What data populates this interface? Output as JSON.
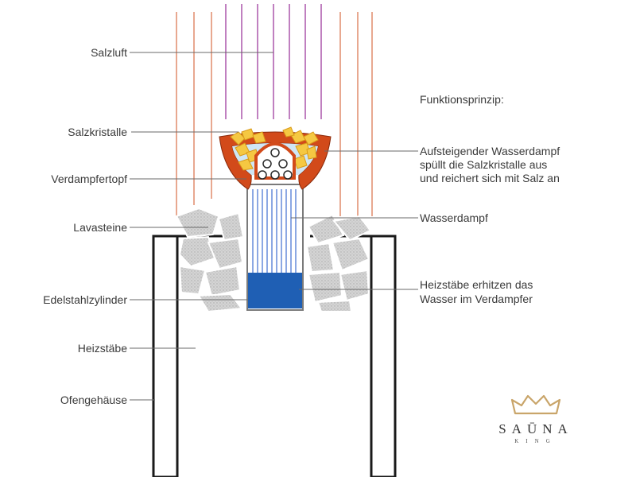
{
  "labels_left": {
    "salzluft": "Salzluft",
    "salzkristalle": "Salzkristalle",
    "verdampfertopf": "Verdampfertopf",
    "lavasteine": "Lavasteine",
    "edelstahlzylinder": "Edelstahlzylinder",
    "heizstaebe": "Heizstäbe",
    "ofengehaeuse": "Ofengehäuse"
  },
  "labels_right": {
    "title": "Funktionsprinzip:",
    "dampf_line1": "Aufsteigender Wasserdampf",
    "dampf_line2": "spüllt die Salzkristalle aus",
    "dampf_line3": "und reichert sich mit Salz an",
    "wasserdampf": "Wasserdampf",
    "heiz_line1": "Heizstäbe erhitzen das",
    "heiz_line2": "Wasser im Verdampfer"
  },
  "logo": {
    "name": "SAŪNA",
    "sub": "KING",
    "gold": "#c9a56a"
  },
  "colors": {
    "housing": "#1a1a1a",
    "pot": "#d24a1a",
    "water": "#1f5fb4",
    "crystal": "#f5c842",
    "stone": "#c8c8c8"
  }
}
